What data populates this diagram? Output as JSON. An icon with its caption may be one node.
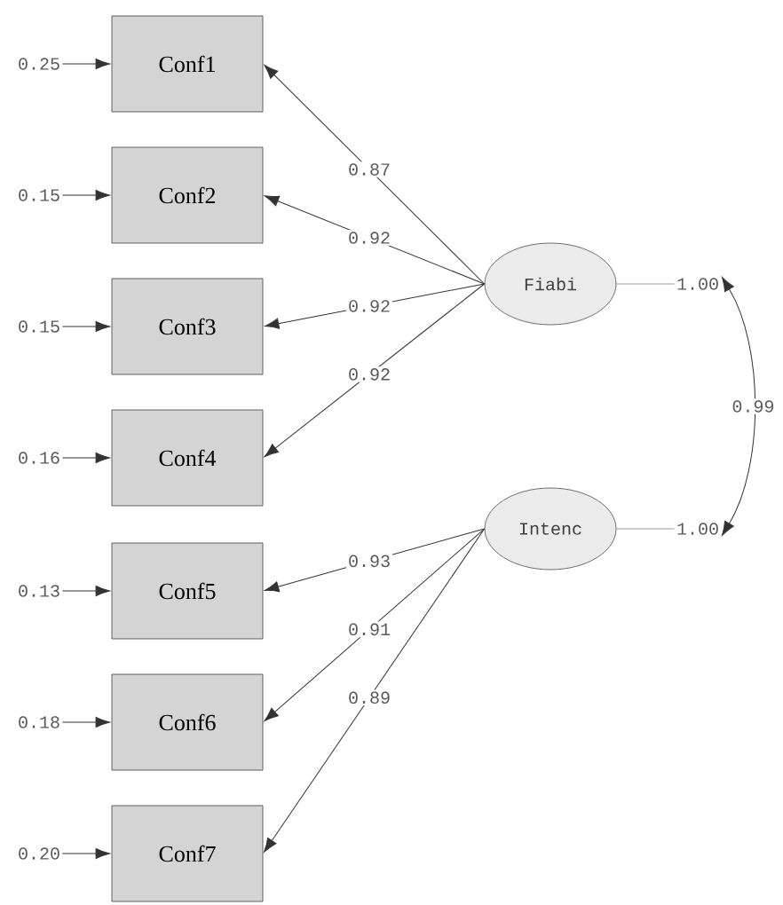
{
  "diagram": {
    "nodes": [
      {
        "text": [
          "Conf1"
        ]
      },
      {
        "text": [
          "Conf2"
        ]
      },
      {
        "text": [
          "Conf3"
        ]
      },
      {
        "text": [
          "Conf4"
        ]
      },
      {
        "text": [
          "Conf5"
        ]
      },
      {
        "text": [
          "Conf6"
        ]
      },
      {
        "text": [
          "Conf7"
        ]
      },
      {
        "text": [
          "Fiabi"
        ]
      },
      {
        "text": [
          "Intenc"
        ]
      },
      {
        "text": [
          "1.00"
        ]
      },
      {
        "text": [
          "1.00"
        ]
      },
      {
        "text": [
          "0.25"
        ]
      },
      {
        "text": [
          "0.15"
        ]
      },
      {
        "text": [
          "0.15"
        ]
      },
      {
        "text": [
          "0.16"
        ]
      },
      {
        "text": [
          "0.13"
        ]
      },
      {
        "text": [
          "0.18"
        ]
      },
      {
        "text": [
          "0.20"
        ]
      }
    ],
    "edges": [
      {
        "from": 7,
        "to": 0,
        "arrow": "to",
        "label": "0.87"
      },
      {
        "from": 7,
        "to": 1,
        "arrow": "to",
        "label": "0.92"
      },
      {
        "from": 7,
        "to": 2,
        "arrow": "to",
        "label": "0.92"
      },
      {
        "from": 7,
        "to": 3,
        "arrow": "to",
        "label": "0.92"
      },
      {
        "from": 8,
        "to": 4,
        "arrow": "to",
        "label": "0.93"
      },
      {
        "from": 8,
        "to": 5,
        "arrow": "to",
        "label": "0.91"
      },
      {
        "from": 8,
        "to": 6,
        "arrow": "to",
        "label": "0.89"
      },
      {
        "from": 11,
        "to": 0,
        "arrow": "to"
      },
      {
        "from": 12,
        "to": 1,
        "arrow": "to"
      },
      {
        "from": 13,
        "to": 2,
        "arrow": "to"
      },
      {
        "from": 14,
        "to": 3,
        "arrow": "to"
      },
      {
        "from": 15,
        "to": 4,
        "arrow": "to"
      },
      {
        "from": 16,
        "to": 5,
        "arrow": "to"
      },
      {
        "from": 17,
        "to": 6,
        "arrow": "to"
      },
      {
        "from": 7,
        "to": 9,
        "arrow": "none",
        "color": "#999999"
      },
      {
        "from": 8,
        "to": 10,
        "arrow": "none",
        "color": "#999999"
      },
      {
        "from": 9,
        "to": 10,
        "arrow": "both",
        "label": "0.99"
      }
    ]
  }
}
